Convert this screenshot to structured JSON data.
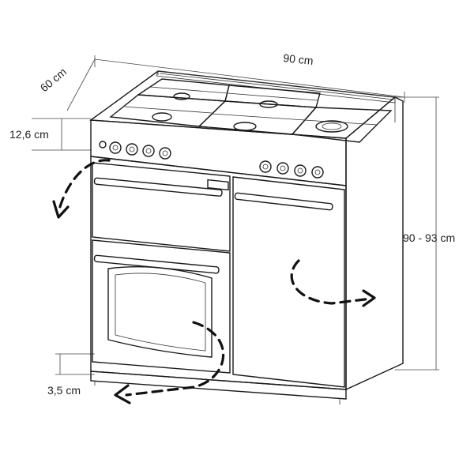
{
  "dimensions": {
    "width": "90 cm",
    "depth": "60 cm",
    "hob_height": "12,6 cm",
    "total_height": "90 - 93 cm",
    "plinth_height": "3,5 cm"
  },
  "colors": {
    "line": "#1a1a1a",
    "background": "#ffffff"
  }
}
